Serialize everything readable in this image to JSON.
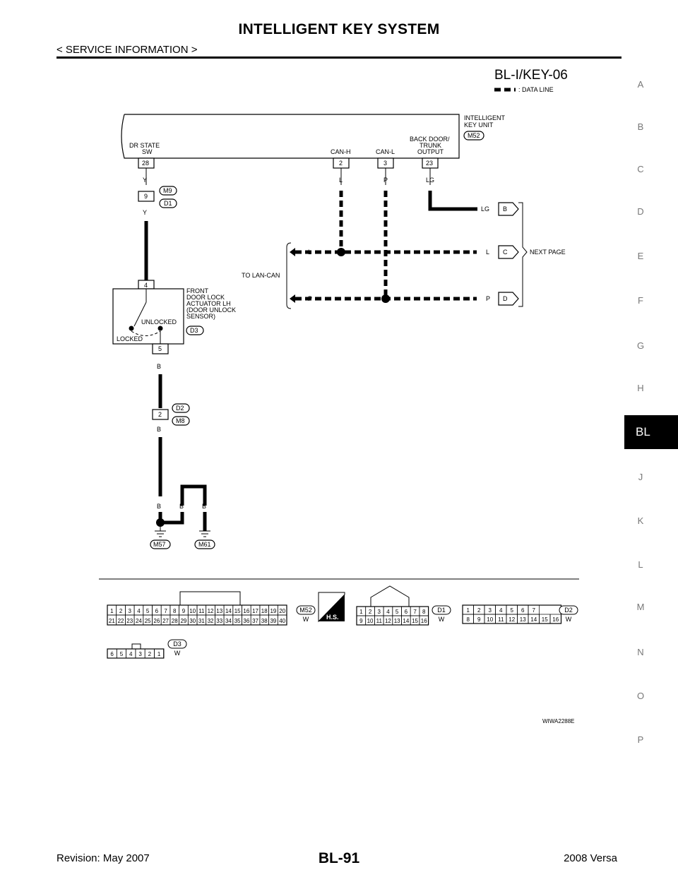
{
  "header": {
    "title": "INTELLIGENT KEY SYSTEM",
    "section": "< SERVICE INFORMATION >"
  },
  "sidebar": {
    "letters": [
      "A",
      "B",
      "C",
      "D",
      "E",
      "F",
      "G",
      "H",
      "BL",
      "J",
      "K",
      "L",
      "M",
      "N",
      "O",
      "P"
    ],
    "active": "BL"
  },
  "diagram": {
    "id": "BL-I/KEY-06",
    "legend_label": ": DATA LINE",
    "unit": {
      "name_line1": "INTELLIGENT",
      "name_line2": "KEY UNIT",
      "connector": "M52",
      "terminals": [
        {
          "pin": "28",
          "label_line1": "DR STATE",
          "label_line2": "SW",
          "wire": "Y"
        },
        {
          "pin": "2",
          "label_line1": "CAN-H",
          "label_line2": "",
          "wire": "L"
        },
        {
          "pin": "3",
          "label_line1": "CAN-L",
          "label_line2": "",
          "wire": "P"
        },
        {
          "pin": "23",
          "label_line1": "BACK DOOR/",
          "label_line2": "TRUNK",
          "label_line3": "OUTPUT",
          "wire": "LG"
        }
      ]
    },
    "joint_connector": {
      "pin": "9",
      "upper": "M9",
      "lower": "D1",
      "wire_above": "Y",
      "wire_below": "Y"
    },
    "actuator": {
      "name_lines": [
        "FRONT",
        "DOOR LOCK",
        "ACTUATOR LH",
        "(DOOR UNLOCK",
        "SENSOR)"
      ],
      "connector": "D3",
      "pin_top": "4",
      "pin_bottom": "5",
      "state_unlocked": "UNLOCKED",
      "state_locked": "LOCKED",
      "wire_below": "B"
    },
    "joint_connector2": {
      "pin": "2",
      "upper": "D2",
      "lower": "M8",
      "wire_below": "B"
    },
    "grounds": {
      "wire_labels": [
        "B",
        "B",
        "B"
      ],
      "left": "M57",
      "right": "M61"
    },
    "can": {
      "to_label": "TO LAN-CAN",
      "next_page": "NEXT PAGE",
      "left_labels": [
        "L",
        "P"
      ],
      "right_labels": [
        "LG",
        "L",
        "P"
      ],
      "arrows": [
        "B",
        "C",
        "D"
      ]
    },
    "connectors": [
      {
        "id": "M52",
        "color": "W",
        "row1": [
          "1",
          "2",
          "3",
          "4",
          "5",
          "6",
          "7",
          "8",
          "9",
          "10",
          "11",
          "12",
          "13",
          "14",
          "15",
          "16",
          "17",
          "18",
          "19",
          "20"
        ],
        "row2": [
          "21",
          "22",
          "23",
          "24",
          "25",
          "26",
          "27",
          "28",
          "29",
          "30",
          "31",
          "32",
          "33",
          "34",
          "35",
          "36",
          "37",
          "38",
          "39",
          "40"
        ]
      },
      {
        "id": "D1",
        "color": "W",
        "row1": [
          "1",
          "2",
          "3",
          "4",
          "5",
          "6",
          "7",
          "8"
        ],
        "row2": [
          "9",
          "10",
          "11",
          "12",
          "13",
          "14",
          "15",
          "16"
        ]
      },
      {
        "id": "D2",
        "color": "W",
        "row1": [
          "1",
          "2",
          "3",
          "4",
          "5",
          "6",
          "7"
        ],
        "row2": [
          "8",
          "9",
          "10",
          "11",
          "12",
          "13",
          "14",
          "15",
          "16"
        ]
      },
      {
        "id": "D3",
        "color": "W",
        "row1": [
          "6",
          "5",
          "4",
          "3",
          "2",
          "1"
        ]
      }
    ],
    "hs_label": "H.S.",
    "figure_code": "WIWA2288E"
  },
  "footer": {
    "revision": "Revision: May 2007",
    "page": "BL-91",
    "model": "2008 Versa"
  }
}
